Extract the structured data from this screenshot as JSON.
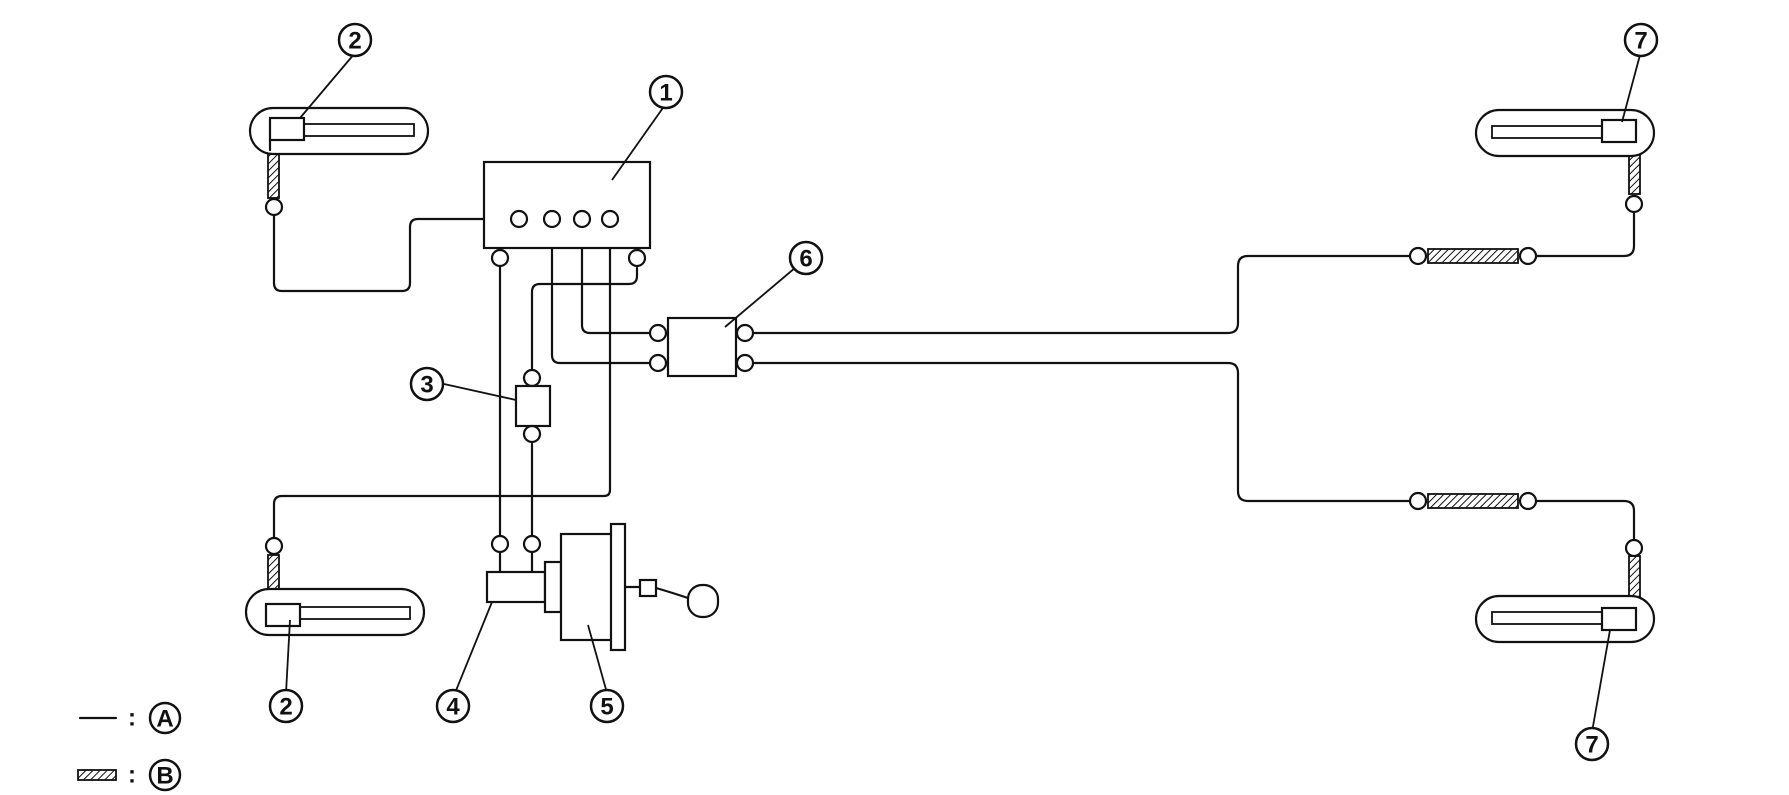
{
  "callouts": {
    "c1": "1",
    "c2_top": "2",
    "c2_bottom": "2",
    "c3": "3",
    "c4": "4",
    "c5": "5",
    "c6": "6",
    "c7_top": "7",
    "c7_bottom": "7"
  },
  "legend": {
    "a_separator": ":",
    "a_label": "A",
    "b_separator": ":",
    "b_label": "B"
  }
}
